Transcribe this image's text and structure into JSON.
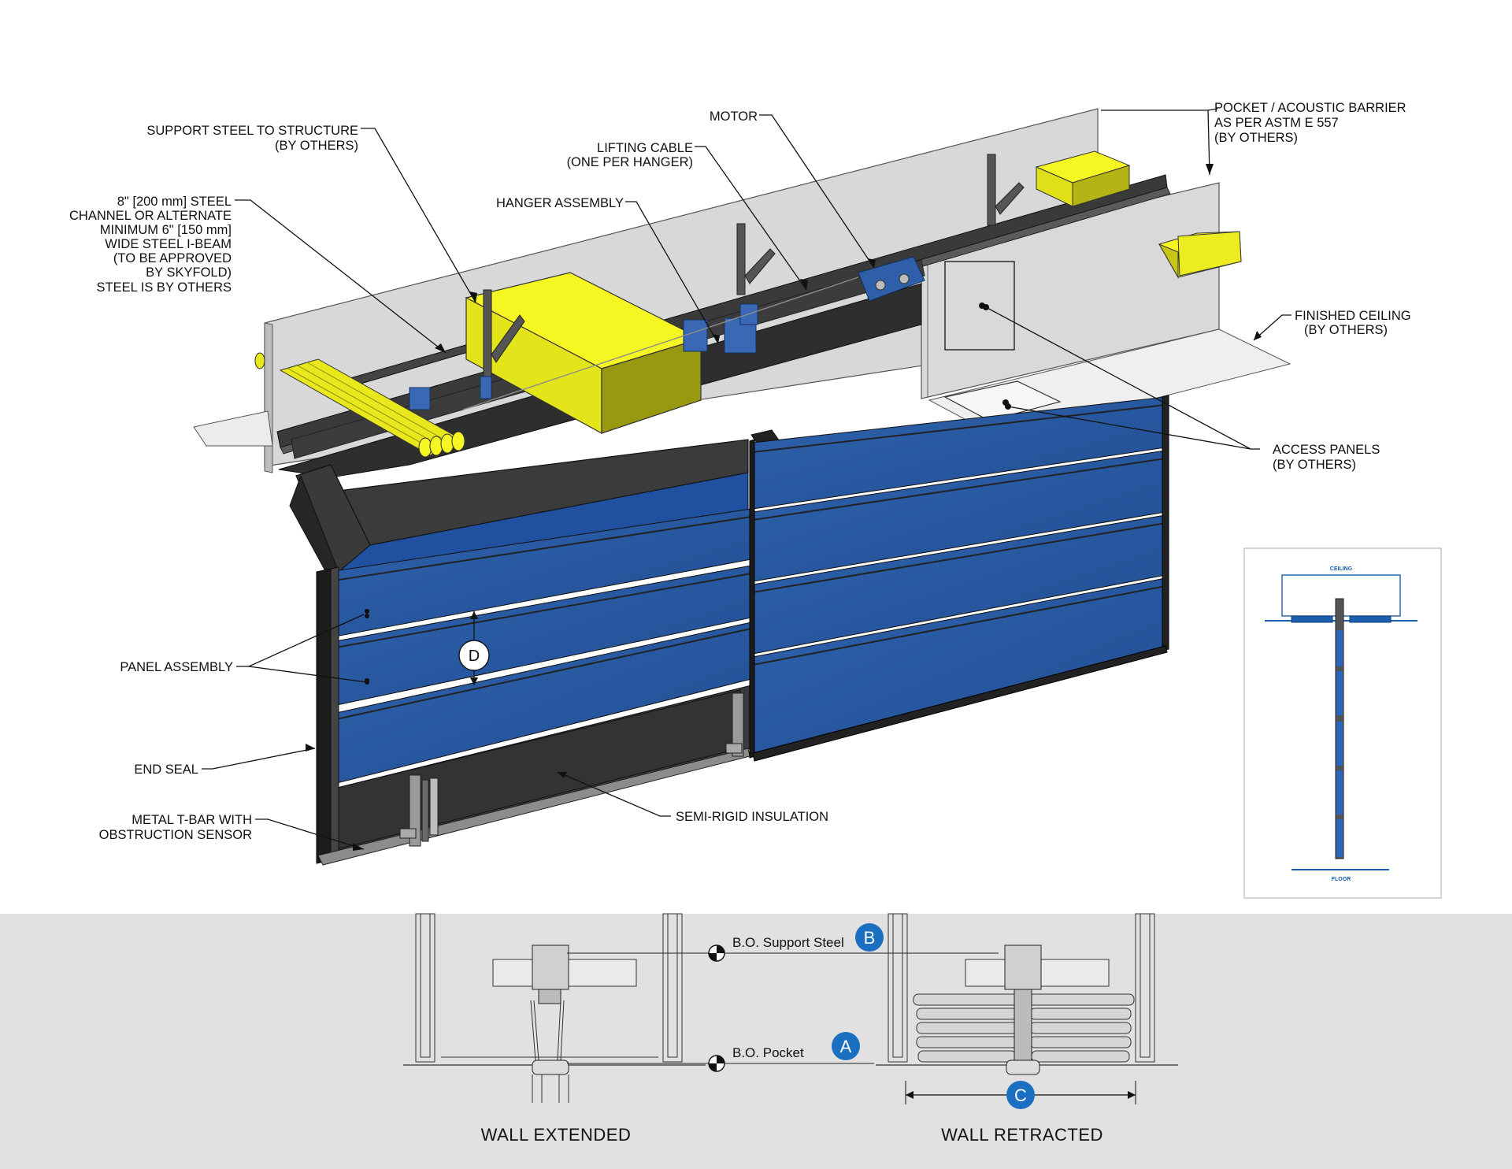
{
  "callouts": {
    "support_steel": [
      "SUPPORT STEEL TO STRUCTURE",
      "(BY OTHERS)"
    ],
    "steel_channel": [
      "8\" [200 mm] STEEL",
      "CHANNEL OR ALTERNATE",
      "MINIMUM 6\" [150 mm]",
      "WIDE STEEL I-BEAM",
      "(TO BE APPROVED",
      "BY SKYFOLD)",
      "STEEL IS BY OTHERS"
    ],
    "motor": [
      "MOTOR"
    ],
    "lifting_cable": [
      "LIFTING CABLE",
      "(ONE PER HANGER)"
    ],
    "hanger_assembly": [
      "HANGER ASSEMBLY"
    ],
    "pocket_barrier": [
      "POCKET / ACOUSTIC BARRIER",
      "AS PER ASTM E 557",
      "(BY OTHERS)"
    ],
    "finished_ceiling": [
      "FINISHED CEILING",
      "(BY OTHERS)"
    ],
    "access_panels": [
      "ACCESS PANELS",
      "(BY OTHERS)"
    ],
    "panel_assembly": [
      "PANEL ASSEMBLY"
    ],
    "end_seal": [
      "END SEAL"
    ],
    "t_bar": [
      "METAL T-BAR WITH",
      "OBSTRUCTION SENSOR"
    ],
    "insulation": [
      "SEMI-RIGID INSULATION"
    ]
  },
  "dimension_d": "D",
  "mini_diagram": {
    "top_label": "CEILING",
    "bottom_label": "FLOOR"
  },
  "sections": {
    "support_steel_label": "B.O. Support Steel",
    "pocket_label": "B.O. Pocket",
    "badge_a": "A",
    "badge_b": "B",
    "badge_c": "C",
    "extended_caption": "WALL EXTENDED",
    "retracted_caption": "WALL RETRACTED"
  },
  "colors": {
    "panel_blue": "#2a5aa3",
    "duct_yellow": "#f6f622",
    "badge_blue": "#1b6fc1",
    "section_bg": "#e1e1e1",
    "wall_grey": "#d4d4d4"
  }
}
